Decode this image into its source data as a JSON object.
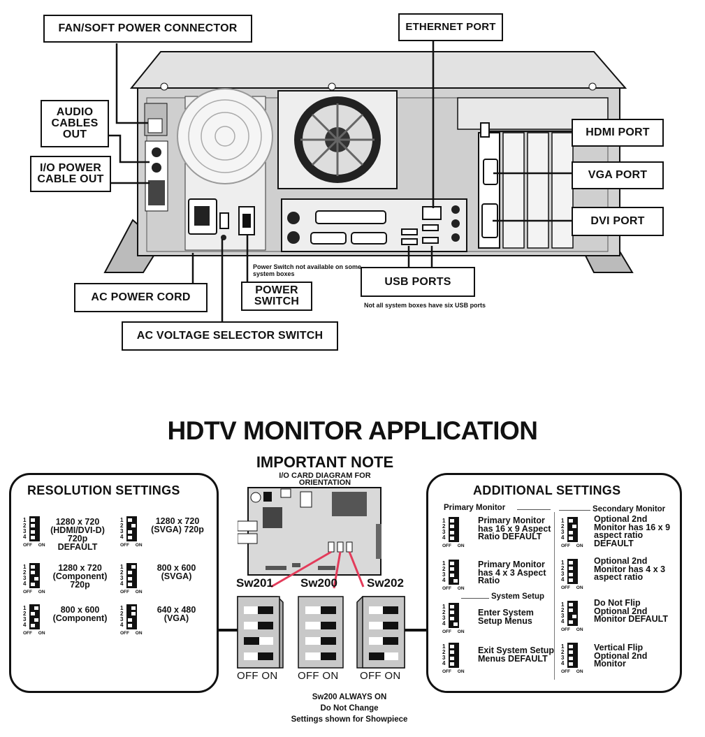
{
  "callouts": {
    "fan": "FAN/SOFT POWER CONNECTOR",
    "ethernet": "ETHERNET PORT",
    "audio": "AUDIO CABLES OUT",
    "io_power": "I/O POWER CABLE OUT",
    "hdmi": "HDMI PORT",
    "vga": "VGA PORT",
    "dvi": "DVI PORT",
    "ac_power": "AC POWER CORD",
    "power_switch": "POWER SWITCH",
    "usb": "USB PORTS",
    "ac_voltage": "AC VOLTAGE SELECTOR SWITCH"
  },
  "notes": {
    "power_switch_note": "Power Switch not available on some system boxes",
    "usb_note": "Not all system boxes have six USB ports"
  },
  "hdtv": {
    "title": "HDTV MONITOR APPLICATION",
    "important_note": "IMPORTANT NOTE",
    "io_card_diagram": "I/O CARD DIAGRAM FOR ORIENTATION"
  },
  "resolution": {
    "heading": "RESOLUTION SETTINGS",
    "off_on": "OFF ON",
    "settings": [
      {
        "label": "1280 x 720 (HDMI/DVI-D) 720p DEFAULT",
        "knobs": [
          "on",
          "on",
          "on",
          "on"
        ]
      },
      {
        "label": "1280 x 720 (SVGA) 720p",
        "knobs": [
          "on",
          "off",
          "on",
          "on"
        ]
      },
      {
        "label": "1280 x 720 (Component) 720p",
        "knobs": [
          "on",
          "on",
          "off",
          "on"
        ]
      },
      {
        "label": "800 x 600 (SVGA)",
        "knobs": [
          "off",
          "on",
          "on",
          "on"
        ]
      },
      {
        "label": "800 x 600 (Component)",
        "knobs": [
          "off",
          "on",
          "off",
          "on"
        ]
      },
      {
        "label": "640 x 480 (VGA)",
        "knobs": [
          "off",
          "off",
          "on",
          "on"
        ]
      }
    ]
  },
  "switches": {
    "labels": [
      "Sw201",
      "Sw200",
      "Sw202"
    ],
    "off_on": "OFF ON",
    "footer": [
      "Sw200 ALWAYS ON",
      "Do Not Change",
      "Settings shown for Showpiece"
    ]
  },
  "additional": {
    "heading": "ADDITIONAL SETTINGS",
    "primary_heading": "Primary Monitor",
    "secondary_heading": "Secondary Monitor",
    "system_setup_heading": "System Setup",
    "off_on": "OFF ON",
    "primary": [
      {
        "label": "Primary Monitor has 16 x 9 Aspect Ratio DEFAULT",
        "knobs": [
          "on",
          "on",
          "on",
          "on"
        ]
      },
      {
        "label": "Primary Monitor has 4 x 3 Aspect Ratio",
        "knobs": [
          "on",
          "on",
          "on",
          "off"
        ]
      }
    ],
    "system": [
      {
        "label": "Enter System Setup Menus",
        "knobs": [
          "on",
          "on",
          "on",
          "off"
        ]
      },
      {
        "label": "Exit System Setup Menus DEFAULT",
        "knobs": [
          "on",
          "on",
          "on",
          "on"
        ]
      }
    ],
    "secondary": [
      {
        "label": "Optional 2nd Monitor has 16 x 9 aspect ratio DEFAULT",
        "knobs": [
          "on",
          "off",
          "on",
          "on"
        ]
      },
      {
        "label": "Optional 2nd Monitor has 4 x 3 aspect ratio",
        "knobs": [
          "on",
          "on",
          "on",
          "on"
        ]
      },
      {
        "label": "Do Not Flip Optional 2nd Monitor DEFAULT",
        "knobs": [
          "on",
          "on",
          "off",
          "on"
        ]
      },
      {
        "label": "Vertical Flip Optional 2nd Monitor",
        "knobs": [
          "on",
          "on",
          "on",
          "on"
        ]
      }
    ]
  }
}
